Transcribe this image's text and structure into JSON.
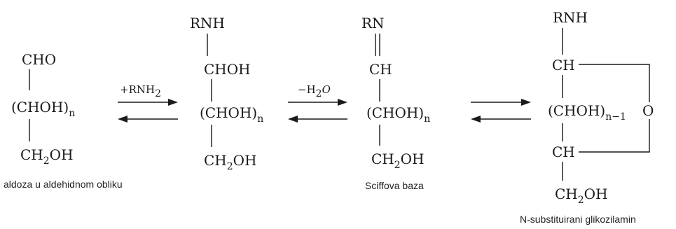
{
  "diagram": {
    "compounds": [
      {
        "id": "aldose",
        "lines": [
          "CHO",
          "(CHOH)",
          "CH",
          "OH"
        ],
        "subscripts": [
          "n",
          "2"
        ],
        "caption": "aldoza u aldehidnom obliku"
      },
      {
        "id": "amine-adduct",
        "lines": [
          "RNH",
          "CHOH",
          "(CHOH)",
          "CH",
          "OH"
        ],
        "subscripts": [
          "n",
          "2"
        ],
        "caption": ""
      },
      {
        "id": "schiff-base",
        "lines": [
          "RN",
          "CH",
          "(CHOH)",
          "CH",
          "OH"
        ],
        "subscripts": [
          "n",
          "2"
        ],
        "caption": "Sciffova baza"
      },
      {
        "id": "glycosylamine",
        "lines": [
          "RNH",
          "CH",
          "(CHOH)",
          "O",
          "CH",
          "CH",
          "OH"
        ],
        "subscripts": [
          "n−1",
          "2"
        ],
        "caption": "N-substituirani glikozilamin"
      }
    ],
    "reactions": [
      {
        "label": "+RNH",
        "label_sub": "2"
      },
      {
        "label": "−H",
        "label_sub": "2",
        "label_tail": "O"
      },
      {
        "label": ""
      }
    ]
  }
}
